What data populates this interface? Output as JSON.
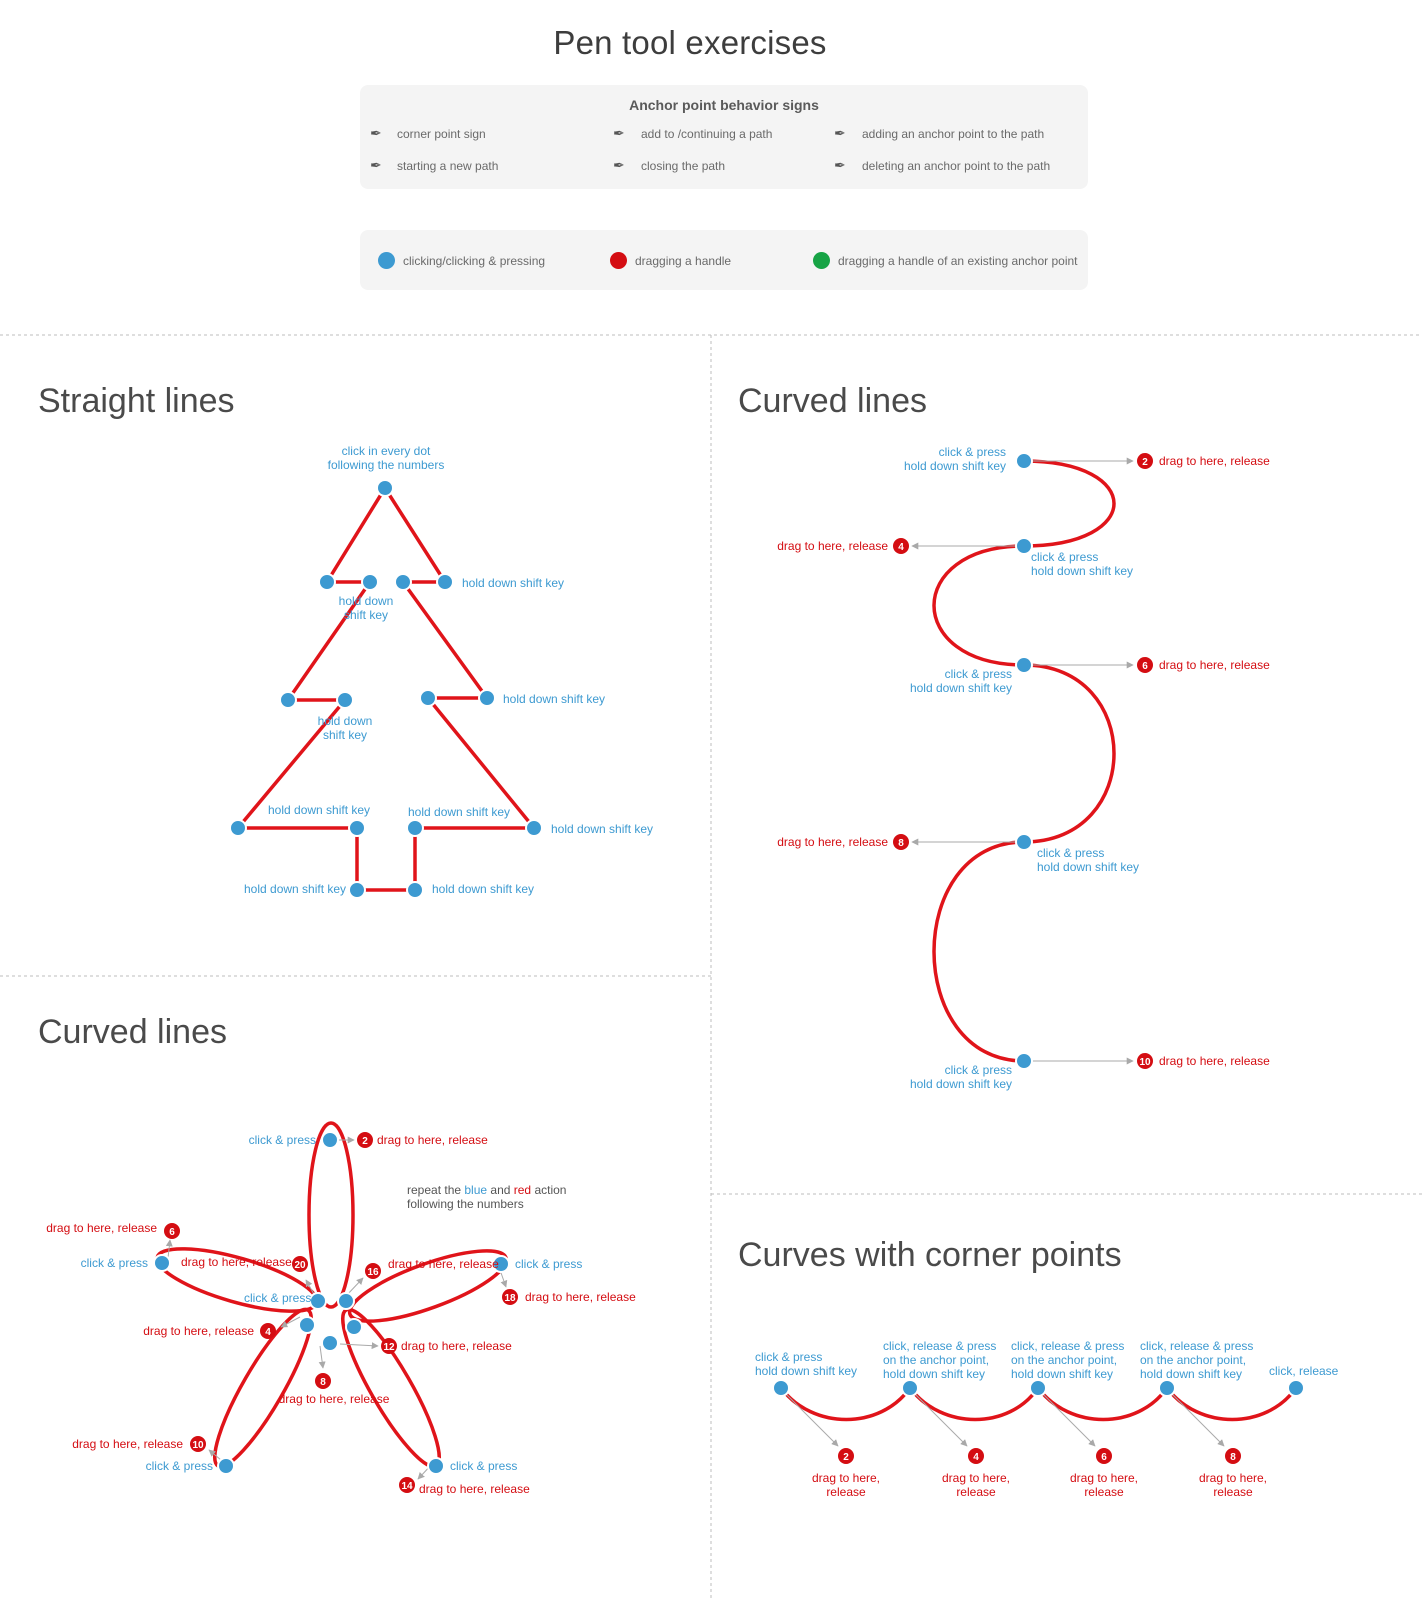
{
  "title": "Pen tool exercises",
  "behavior_box": {
    "title": "Anchor point behavior signs",
    "signs": [
      {
        "label": "corner point sign",
        "icon": "pen-corner-icon"
      },
      {
        "label": "add to /continuing a path",
        "icon": "pen-continue-icon"
      },
      {
        "label": "adding an anchor point to the path",
        "icon": "pen-add-icon"
      },
      {
        "label": "starting a new path",
        "icon": "pen-new-path-icon"
      },
      {
        "label": "closing the path",
        "icon": "pen-close-icon"
      },
      {
        "label": "deleting an anchor point to the path",
        "icon": "pen-delete-icon"
      }
    ]
  },
  "legend": {
    "items": [
      {
        "label": "clicking/clicking & pressing",
        "color": "#3d9ad1"
      },
      {
        "label": "dragging a handle",
        "color": "#d40d12"
      },
      {
        "label": "dragging a handle of an existing anchor point",
        "color": "#17a345"
      }
    ]
  },
  "colors": {
    "blue": "#3d9ad1",
    "red": "#d40d12",
    "path": "#e0141a",
    "guide": "#a9a9a9",
    "divider": "#bdbdbd"
  },
  "sections": {
    "straight": {
      "title": "Straight lines",
      "labels": {
        "start_line1": "click in every dot",
        "start_line2": "following the numbers",
        "shift": "hold down shift key",
        "shift_a": "hold down",
        "shift_b": "shift key"
      }
    },
    "curved_right": {
      "title": "Curved lines",
      "labels": {
        "click_press": "click & press",
        "shift": "hold down shift key",
        "drag": "drag to here, release"
      },
      "badges": [
        "2",
        "4",
        "6",
        "8",
        "10"
      ]
    },
    "curved_left": {
      "title": "Curved lines",
      "labels": {
        "click_press": "click & press",
        "drag": "drag to here, release",
        "repeat_pre": "repeat the ",
        "repeat_blue": "blue",
        "repeat_mid": " and ",
        "repeat_red": "red",
        "repeat_post": " action",
        "repeat_line2": "following the numbers",
        "drag_part1": "drag to",
        "drag_part2": "here, release"
      },
      "badges": [
        "2",
        "4",
        "6",
        "8",
        "10",
        "12",
        "14",
        "16",
        "18",
        "20"
      ]
    },
    "corners": {
      "title": "Curves with corner points",
      "labels": {
        "start_1": "click & press",
        "start_2": "hold down shift key",
        "mid_1": "click, release & press",
        "mid_2": "on the anchor point,",
        "mid_3": "hold down shift key",
        "end": "click, release",
        "drag_1": "drag to here,",
        "drag_2": "release"
      },
      "badges": [
        "2",
        "4",
        "6",
        "8"
      ]
    }
  }
}
